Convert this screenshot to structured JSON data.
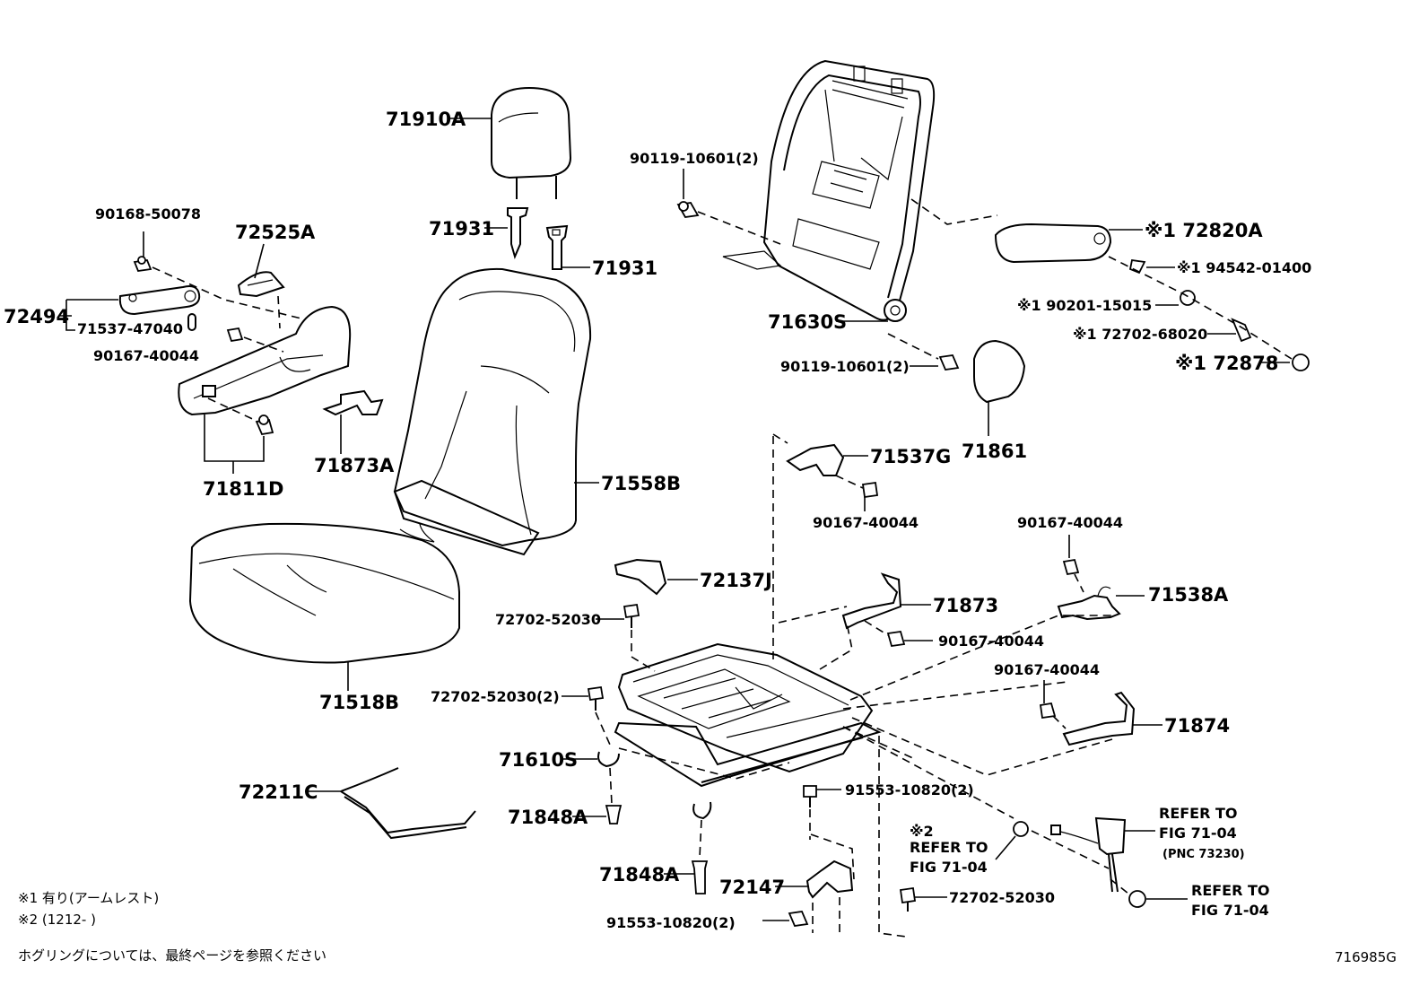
{
  "parts": {
    "p71910A": "71910A",
    "p90119_10601_a": "90119-10601(2)",
    "p90168_50078": "90168-50078",
    "p72525A": "72525A",
    "p71931_a": "71931",
    "p71931_b": "71931",
    "p72494": "72494",
    "p71537_47040": "71537-47040",
    "p90167_40044_a": "90167-40044",
    "p72820A": "※1 72820A",
    "p94542_01400": "※1 94542-01400",
    "p90201_15015": "※1 90201-15015",
    "p72702_68020": "※1 72702-68020",
    "p72878": "※1 72878",
    "p71630S": "71630S",
    "p90119_10601_b": "90119-10601(2)",
    "p71861": "71861",
    "p71811D": "71811D",
    "p71873A": "71873A",
    "p71558B": "71558B",
    "p71537G": "71537G",
    "p90167_40044_b": "90167-40044",
    "p90167_40044_c": "90167-40044",
    "p71538A": "71538A",
    "p72137J": "72137J",
    "p71873": "71873",
    "p72702_52030_a": "72702-52030",
    "p90167_40044_d": "90167-40044",
    "p90167_40044_e": "90167-40044",
    "p71518B": "71518B",
    "p72702_52030_2": "72702-52030(2)",
    "p71874": "71874",
    "p71610S": "71610S",
    "p72211C": "72211C",
    "p91553_10820_a": "91553-10820(2)",
    "p71848A_a": "71848A",
    "p71848A_b": "71848A",
    "p72147": "72147",
    "p72702_52030_b": "72702-52030",
    "p91553_10820_b": "91553-10820(2)",
    "refer1_l1": "REFER TO",
    "refer1_l2": "FIG 71-04",
    "refer1_l3": "(PNC 73230)",
    "refer2_l0": "※2",
    "refer2_l1": "REFER TO",
    "refer2_l2": "FIG 71-04",
    "refer3_l1": "REFER TO",
    "refer3_l2": "FIG 71-04"
  },
  "notes": {
    "n1": "※1 有り(アームレスト)",
    "n2": "※2 (1212-     )",
    "n3": "ホグリングについては、最終ページを参照ください"
  },
  "figure_id": "716985G"
}
